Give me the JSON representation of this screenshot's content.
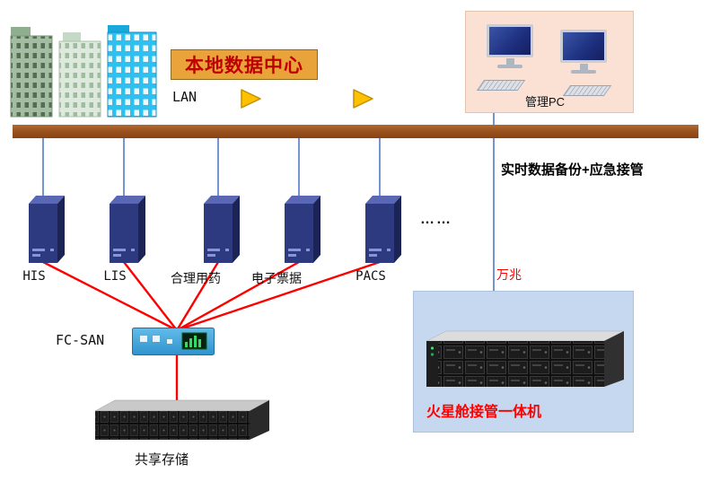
{
  "header": {
    "title": "本地数据中心",
    "lan_label": "LAN"
  },
  "management": {
    "label": "管理PC"
  },
  "annotations": {
    "backup_takeover": "实时数据备份+应急接管",
    "bandwidth": "万兆",
    "ellipsis": "……"
  },
  "servers": [
    {
      "label": "HIS"
    },
    {
      "label": "LIS"
    },
    {
      "label": "合理用药"
    },
    {
      "label": "电子票据"
    },
    {
      "label": "PACS"
    }
  ],
  "san": {
    "switch_label": "FC-SAN",
    "storage_label": "共享存储"
  },
  "mars": {
    "label": "火星舱接管一体机"
  },
  "colors": {
    "backbone_bar": "#9a531f",
    "title_box_bg": "#e8a33b",
    "title_text": "#c00000",
    "red_line": "#ff0000",
    "blue_line": "#4472c4",
    "arrow_fill": "#ffc000",
    "pc_panel_bg": "#fbe1d3",
    "mars_panel_bg": "#c6d8ef",
    "server_front": "#2e3a80",
    "mars_label_color": "#ff0000",
    "bandwidth_color": "#ff0000"
  }
}
